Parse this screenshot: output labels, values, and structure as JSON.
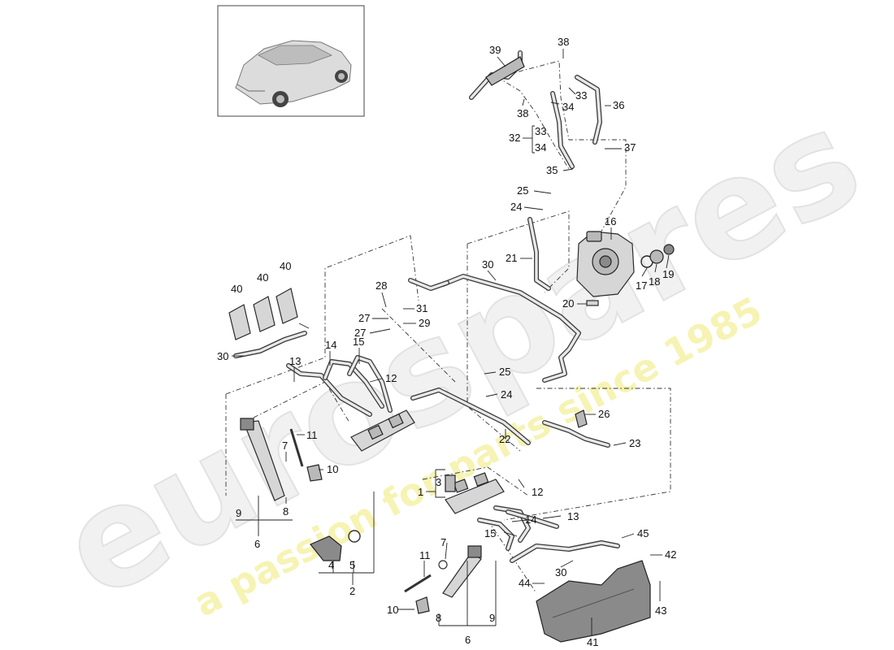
{
  "watermark": {
    "brand": "eurospares",
    "tagline": "a passion for parts since 1985"
  },
  "callouts": {
    "c39": "39",
    "c38a": "38",
    "c38b": "38",
    "c33a": "33",
    "c34a": "34",
    "c36": "36",
    "c32": "32",
    "c33b": "33",
    "c34b": "34",
    "c37": "37",
    "c35": "35",
    "c25a": "25",
    "c24a": "24",
    "c16": "16",
    "c21": "21",
    "c30a": "30",
    "c17": "17",
    "c18": "18",
    "c19": "19",
    "c20": "20",
    "c40a": "40",
    "c40b": "40",
    "c40c": "40",
    "c28": "28",
    "c27a": "27",
    "c31": "31",
    "c27b": "27",
    "c29": "29",
    "c30b": "30",
    "c13a": "13",
    "c14a": "14",
    "c15a": "15",
    "c12a": "12",
    "c25b": "25",
    "c24b": "24",
    "c26": "26",
    "c11a": "11",
    "c7a": "7",
    "c10a": "10",
    "c22": "22",
    "c23": "23",
    "c9a": "9",
    "c8a": "8",
    "c6a": "6",
    "c3": "3",
    "c1": "1",
    "c12b": "12",
    "c14b": "14",
    "c13b": "13",
    "c4": "4",
    "c5": "5",
    "c2": "2",
    "c15b": "15",
    "c45": "45",
    "c7b": "7",
    "c11b": "11",
    "c30c": "30",
    "c42": "42",
    "c44": "44",
    "c10b": "10",
    "c8b": "8",
    "c9b": "9",
    "c6b": "6",
    "c43": "43",
    "c41": "41"
  },
  "colors": {
    "line": "#222222",
    "part_fill": "#d6d6d6",
    "watermark_grey": "#f1f1f1",
    "watermark_yellow": "#f3f09a"
  },
  "icons": {
    "thumbnail": "vehicle-suv-thumbnail"
  }
}
